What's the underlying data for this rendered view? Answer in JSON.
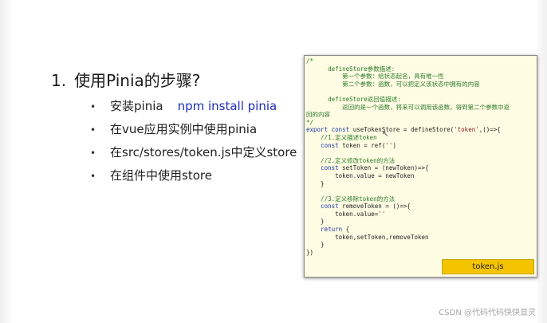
{
  "heading": {
    "number": "1.",
    "text": "使用Pinia的步骤?"
  },
  "bullets": [
    {
      "symbol": "•",
      "text": "安装pinia",
      "command": "npm install pinia"
    },
    {
      "symbol": "•",
      "text": "在vue应用实例中使用pinia"
    },
    {
      "symbol": "•",
      "text": "在src/stores/token.js中定义store"
    },
    {
      "symbol": "•",
      "text": "在组件中使用store"
    }
  ],
  "code": {
    "lines": [
      [
        [
          "c",
          "/*"
        ]
      ],
      [
        [
          "c",
          "      defineStore参数描述:"
        ]
      ],
      [
        [
          "c",
          "          第一个参数：给状态起名，具有唯一性"
        ]
      ],
      [
        [
          "c",
          "          第二个参数：函数，可以把定义该状态中拥有的内容"
        ]
      ],
      [
        [
          "c",
          ""
        ]
      ],
      [
        [
          "c",
          "      defineStore返回值描述:"
        ]
      ],
      [
        [
          "c",
          "          返回的是一个函数，将来可以调用该函数，得到第二个参数中返"
        ]
      ],
      [
        [
          "c",
          "回的内容"
        ]
      ],
      [
        [
          "c",
          "*/"
        ]
      ],
      [
        [
          "k",
          "export const "
        ],
        [
          "t",
          "useTokenStore = defineStore("
        ],
        [
          "s",
          "'token'"
        ],
        [
          "t",
          ",()=>{"
        ]
      ],
      [
        [
          "c",
          "    //1.定义描述token"
        ]
      ],
      [
        [
          "k",
          "    const "
        ],
        [
          "t",
          "token = ref("
        ],
        [
          "s",
          "''"
        ],
        [
          "t",
          ")"
        ]
      ],
      [
        [
          "t",
          ""
        ]
      ],
      [
        [
          "c",
          "    //2.定义修改token的方法"
        ]
      ],
      [
        [
          "k",
          "    const "
        ],
        [
          "t",
          "setToken = (newToken)=>{"
        ]
      ],
      [
        [
          "t",
          "        token.value = newToken"
        ]
      ],
      [
        [
          "t",
          "    }"
        ]
      ],
      [
        [
          "t",
          ""
        ]
      ],
      [
        [
          "c",
          "    //3.定义移除token的方法"
        ]
      ],
      [
        [
          "k",
          "    const "
        ],
        [
          "t",
          "removeToken = ()=>{"
        ]
      ],
      [
        [
          "t",
          "        token.value="
        ],
        [
          "s",
          "''"
        ]
      ],
      [
        [
          "t",
          "    }"
        ]
      ],
      [
        [
          "k",
          "    return "
        ],
        [
          "t",
          "{"
        ]
      ],
      [
        [
          "t",
          "        token,setToken,removeToken"
        ]
      ],
      [
        [
          "t",
          "    }"
        ]
      ],
      [
        [
          "t",
          "})"
        ]
      ]
    ],
    "file_label": "token.js",
    "colors": {
      "background": "#fefce3",
      "comment": "#2c7a2c",
      "keyword": "#1c2fa8",
      "string": "#8b1a1a",
      "tab": "#f5c400"
    }
  },
  "watermark": "CSDN @代码代码快快显灵"
}
